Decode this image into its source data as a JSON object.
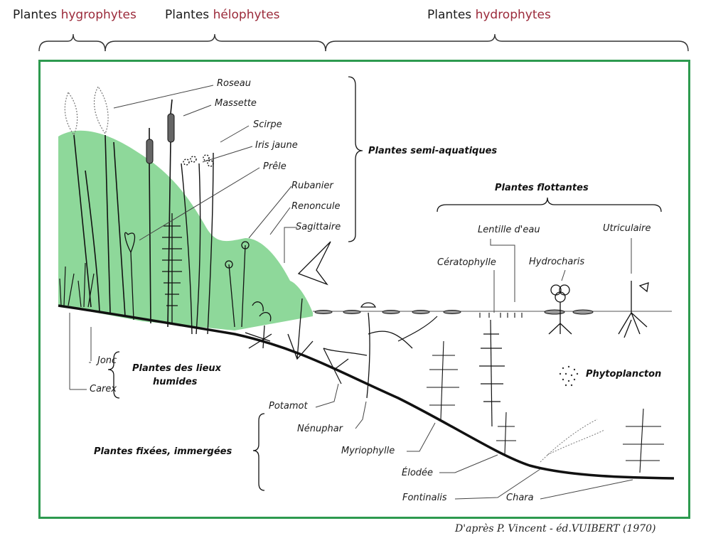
{
  "header": {
    "hygro": {
      "prefix": "Plantes ",
      "accent": "hygrophytes"
    },
    "helo": {
      "prefix": "Plantes ",
      "accent": "hélophytes"
    },
    "hydro": {
      "prefix": "Plantes ",
      "accent": "hydrophytes"
    }
  },
  "groups": {
    "semi_aquatiques": "Plantes semi-aquatiques",
    "flottantes": "Plantes flottantes",
    "lieux_humides_1": "Plantes des lieux",
    "lieux_humides_2": "humides",
    "fixees": "Plantes fixées, immergées",
    "phyto": "Phytoplancton"
  },
  "labels": {
    "roseau": "Roseau",
    "massette": "Massette",
    "scirpe": "Scirpe",
    "iris": "Iris jaune",
    "prele": "Prêle",
    "rubanier": "Rubanier",
    "renoncule": "Renoncule",
    "sagittaire": "Sagittaire",
    "lentille": "Lentille d'eau",
    "utriculaire": "Utriculaire",
    "ceratophylle": "Cératophylle",
    "hydrocharis": "Hydrocharis",
    "jonc": "Jonc",
    "carex": "Carex",
    "potamot": "Potamot",
    "nenuphar": "Nénuphar",
    "myriophylle": "Myriophylle",
    "elodee": "Élodée",
    "fontinalis": "Fontinalis",
    "chara": "Chara"
  },
  "credit": "D'après P. Vincent - éd.VUIBERT (1970)",
  "colors": {
    "frame": "#2d9a4f",
    "bank": "#8ed89a",
    "accent": "#9b2a3a",
    "ink": "#1a1a1a"
  }
}
